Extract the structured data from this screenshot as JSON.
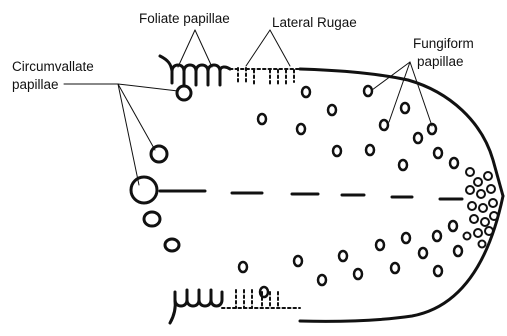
{
  "labels": {
    "foliate": "Foliate papillae",
    "lateral": "Lateral Rugae",
    "fungiform_1": "Fungiform",
    "fungiform_2": "papillae",
    "circumvallate_1": "Circumvallate",
    "circumvallate_2": "papillae"
  },
  "colors": {
    "ink": "#111111",
    "background": "#ffffff"
  }
}
